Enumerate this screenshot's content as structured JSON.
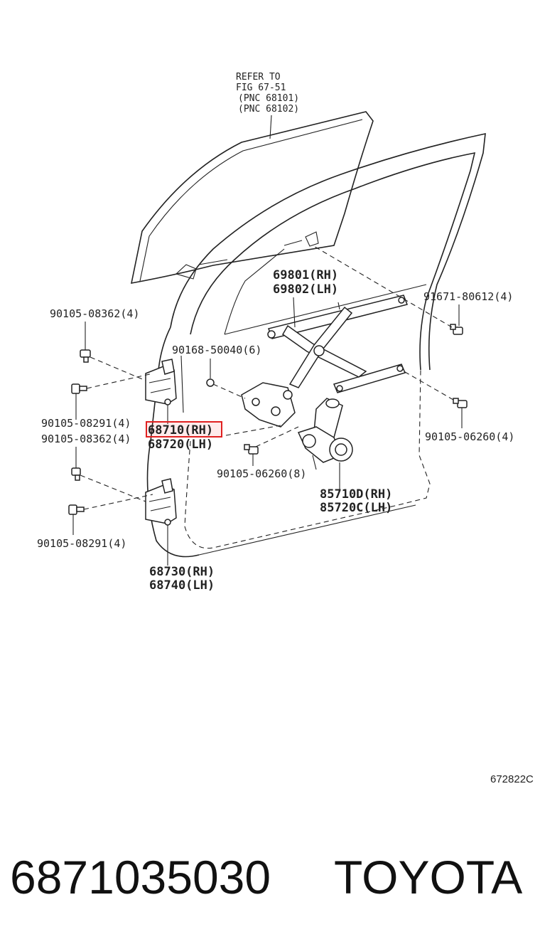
{
  "colors": {
    "highlight": "#e02020",
    "ink": "#222222"
  },
  "refer": {
    "line1": "REFER TO",
    "line2": "FIG 67-51",
    "line3": "(PNC 68101)",
    "line4": "(PNC 68102)"
  },
  "labels": {
    "p69801": "69801(RH)",
    "p69802": "69802(LH)",
    "p91671": "91671-80612(4)",
    "p90105_08362_top": "90105-08362(4)",
    "p90168": "90168-50040(6)",
    "p90105_08291_top": "90105-08291(4)",
    "p90105_08362_mid": "90105-08362(4)",
    "p68710": "68710(RH)",
    "p68720": "68720(LH)",
    "p90105_06260_right": "90105-06260(4)",
    "p90105_06260_mid": "90105-06260(8)",
    "p85710": "85710D(RH)",
    "p85720": "85720C(LH)",
    "p90105_08291_bot": "90105-08291(4)",
    "p68730": "68730(RH)",
    "p68740": "68740(LH)"
  },
  "figure_code": "672822C",
  "footer": {
    "part_number": "6871035030",
    "brand": "TOYOTA"
  }
}
